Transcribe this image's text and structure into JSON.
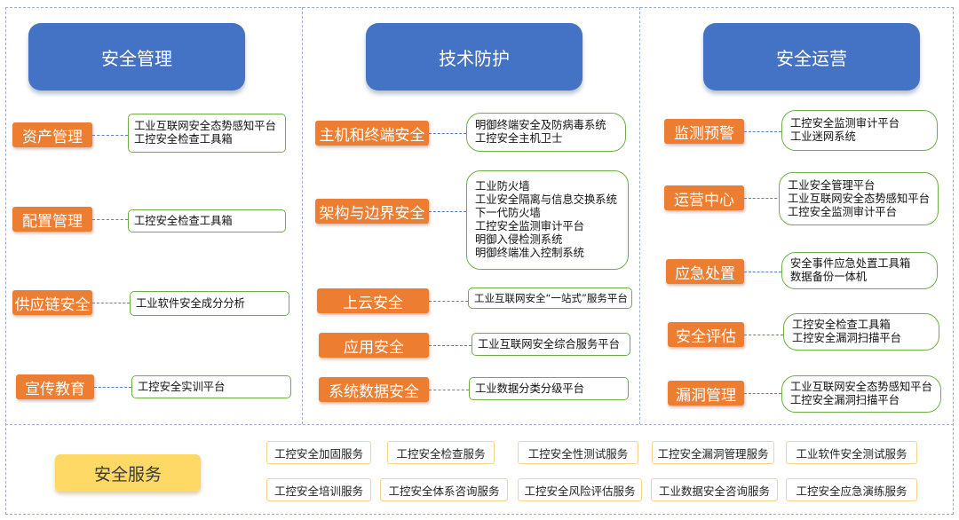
{
  "columns": [
    {
      "title": "安全管理",
      "rows": [
        {
          "category": "资产管理",
          "products": [
            "工业互联网安全态势感知平台",
            "工控安全检查工具箱"
          ]
        },
        {
          "category": "配置管理",
          "products": [
            "工控安全检查工具箱"
          ]
        },
        {
          "category": "供应链安全",
          "products": [
            "工业软件安全成分分析"
          ]
        },
        {
          "category": "宣传教育",
          "products": [
            "工控安全实训平台"
          ]
        }
      ]
    },
    {
      "title": "技术防护",
      "rows": [
        {
          "category": "主机和终端安全",
          "products": [
            "明御终端安全及防病毒系统",
            "工控安全主机卫士"
          ]
        },
        {
          "category": "架构与边界安全",
          "products": [
            "工业防火墙",
            "工业安全隔离与信息交换系统",
            "下一代防火墙",
            "工控安全监测审计平台",
            "明御入侵检测系统",
            "明御终端准入控制系统"
          ]
        },
        {
          "category": "上云安全",
          "products": [
            "工业互联网安全“一站式”服务平台"
          ]
        },
        {
          "category": "应用安全",
          "products": [
            "工业互联网安全综合服务平台"
          ]
        },
        {
          "category": "系统数据安全",
          "products": [
            "工业数据分类分级平台"
          ]
        }
      ]
    },
    {
      "title": "安全运营",
      "rows": [
        {
          "category": "监测预警",
          "products": [
            "工控安全监测审计平台",
            "工业迷网系统"
          ]
        },
        {
          "category": "运营中心",
          "products": [
            "工业安全管理平台",
            "工业互联网安全态势感知平台",
            "工控安全监测审计平台"
          ]
        },
        {
          "category": "应急处置",
          "products": [
            "安全事件应急处置工具箱",
            "数据备份一体机"
          ]
        },
        {
          "category": "安全评估",
          "products": [
            "工控安全检查工具箱",
            "工控安全漏洞扫描平台"
          ]
        },
        {
          "category": "漏洞管理",
          "products": [
            "工业互联网安全态势感知平台",
            "工控安全漏洞扫描平台"
          ]
        }
      ]
    }
  ],
  "services": {
    "title": "安全服务",
    "items": [
      "工控安全加固服务",
      "工控安全检查服务",
      "工控安全性测试服务",
      "工控安全漏洞管理服务",
      "工业软件安全测试服务",
      "工控安全培训服务",
      "工控安全体系咨询服务",
      "工控安全风险评估服务",
      "工业数据安全咨询服务",
      "工控安全应急演练服务"
    ]
  },
  "colors": {
    "header": "#4472c4",
    "category": "#ed7d31",
    "product_border": "#70ad47",
    "service_main": "#ffd966",
    "service_border": "#f5d38a",
    "dashed": "#9aaed0"
  }
}
